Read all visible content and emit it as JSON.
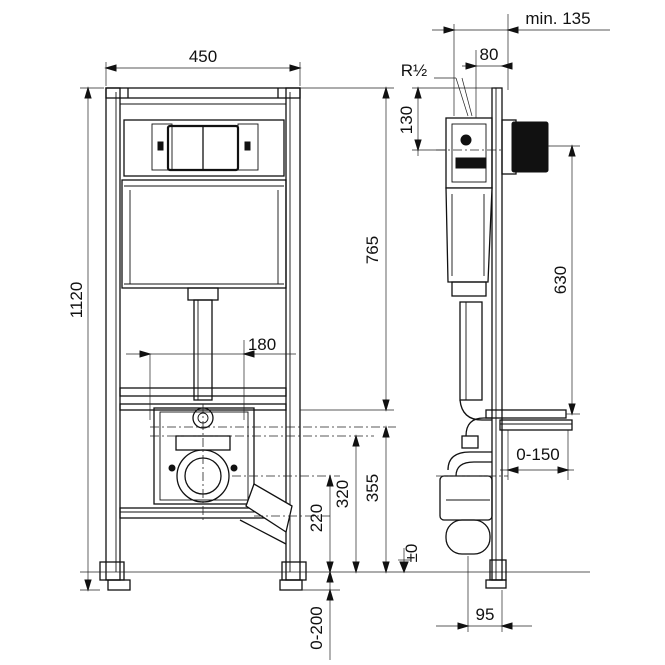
{
  "dimensions": {
    "width_total": "450",
    "height_total": "1120",
    "cistern_height": "765",
    "pipe_offset": "180",
    "drain_height": "355",
    "bolt_height": "320",
    "lower_bolt_height": "220",
    "floor_level": "±0",
    "leg_adjust": "0-200",
    "min_depth": "min. 135",
    "depth_80": "80",
    "thread": "R½",
    "top_130": "130",
    "actuator_630": "630",
    "adjust_0_150": "0-150",
    "outlet_95": "95"
  }
}
